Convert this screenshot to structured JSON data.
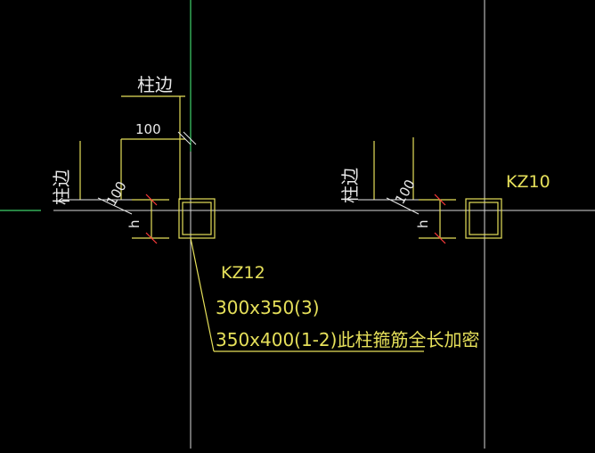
{
  "colors": {
    "background": "#000000",
    "axis_green": "#3fd16a",
    "axis_white": "#d8d8d8",
    "drawing_yellow": "#e6e05a",
    "dim_white": "#e8e8e8",
    "tick_red": "#ff3b3b"
  },
  "labels": {
    "column_edge_top": "柱边",
    "dim_100_top": "100",
    "column_edge_left": "柱边",
    "dim_100_left": "100",
    "h_left": "h",
    "column_edge_right": "柱边",
    "dim_100_right": "100",
    "h_right": "h",
    "kz10": "KZ10",
    "kz12": "KZ12",
    "kz12_section_1": "300x350(3)",
    "kz12_section_2": "350x400(1-2)此柱箍筋全长加密"
  }
}
